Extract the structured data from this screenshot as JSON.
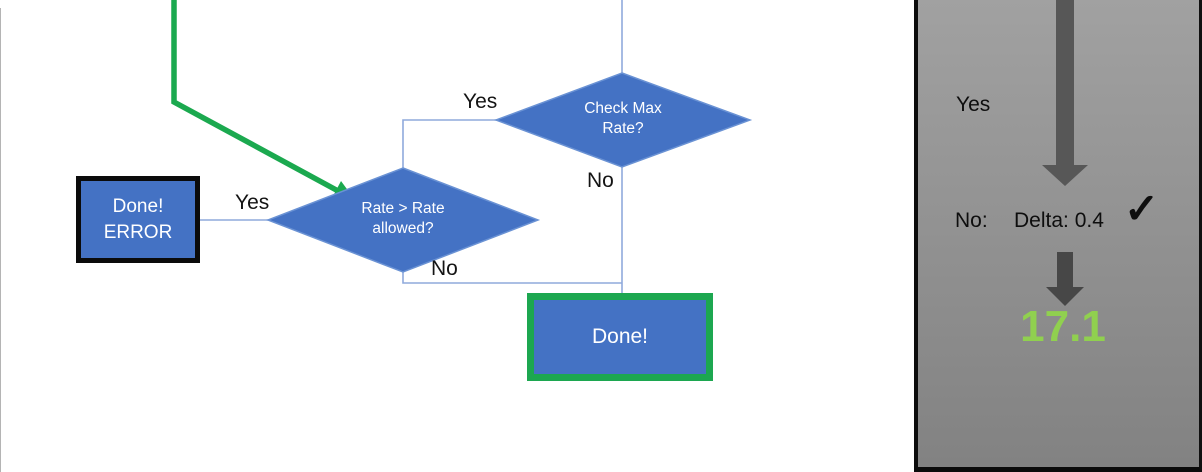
{
  "flowchart": {
    "decision_check_max": {
      "label": "Check Max\nRate?",
      "yes_label": "Yes",
      "no_label": "No"
    },
    "decision_rate_allowed": {
      "label": "Rate > Rate\nallowed?",
      "yes_label": "Yes",
      "no_label": "No"
    },
    "error_box_label": "Done!\nERROR",
    "done_box_label": "Done!"
  },
  "panel": {
    "yes_label": "Yes",
    "no_label": "No:",
    "delta_value": "Delta: 0.4",
    "checkmark": "✓",
    "result_value": "17.1"
  },
  "colors": {
    "shape_blue": "#4472C4",
    "connector_blue": "#8FAADC",
    "highlight_green": "#1BA94F",
    "done_border_green": "#1CA750",
    "result_green": "#90D04F",
    "arrow_gray": "#575757",
    "panel_gray_top": "#A1A1A1",
    "panel_gray_bottom": "#828282"
  }
}
